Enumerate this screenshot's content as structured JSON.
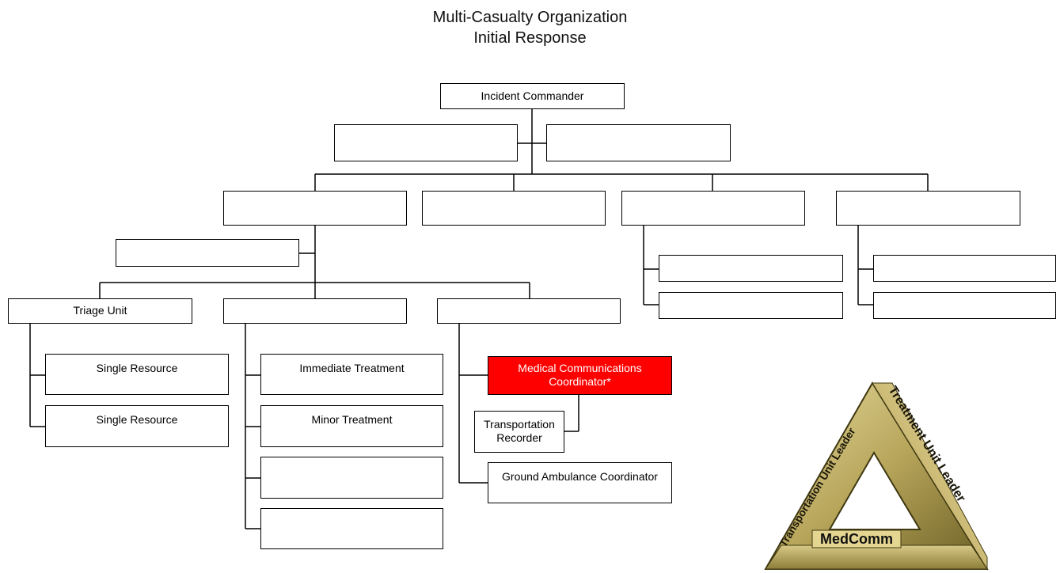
{
  "title": {
    "line1": "Multi-Casualty Organization",
    "line2": "Initial Response"
  },
  "boxes": {
    "incident_commander": "Incident Commander",
    "triage_unit": "Triage Unit",
    "single_resource_1": "Single Resource",
    "single_resource_2": "Single Resource",
    "immediate_treatment": "Immediate Treatment",
    "minor_treatment": "Minor Treatment",
    "medcomm_line1": "Medical Communications",
    "medcomm_line2": "Coordinator*",
    "transport_recorder_line1": "Transportation",
    "transport_recorder_line2": "Recorder",
    "ground_ambulance": "Ground Ambulance Coordinator"
  },
  "logo": {
    "left_side": "Transportation Unit Leader",
    "right_side": "Treatment Unit Leader",
    "bottom": "MedComm"
  },
  "colors": {
    "highlight": "#ff0000",
    "logo_gold": "#c9b66b",
    "logo_dark": "#3f3812"
  }
}
